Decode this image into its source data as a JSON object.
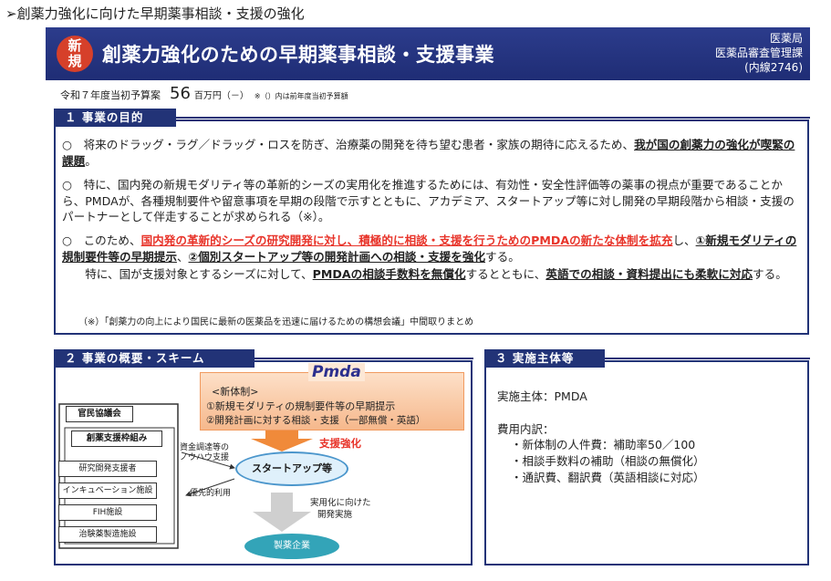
{
  "page_heading": "➢創薬力強化に向けた早期薬事相談・支援の強化",
  "banner": {
    "badge_line1": "新",
    "badge_line2": "規",
    "title": "創薬力強化のための早期薬事相談・支援事業",
    "dept_line1": "医薬局",
    "dept_line2": "医薬品審査管理課",
    "dept_line3": "(内線2746)"
  },
  "budget": {
    "label": "令和７年度当初予算案",
    "amount": "56",
    "unit": "百万円（－）",
    "note": "※（）内は前年度当初予算額"
  },
  "section1": {
    "label": "１ 事業の目的",
    "p1_a": "○　将来のドラッグ・ラグ／ドラッグ・ロスを防ぎ、治療薬の開発を待ち望む患者・家族の期待に応えるため、",
    "p1_b": "我が国の創薬力の強化が喫緊の課題",
    "p1_c": "。",
    "p2": "○　特に、国内発の新規モダリティ等の革新的シーズの実用化を推進するためには、有効性・安全性評価等の薬事の視点が重要であることから、PMDAが、各種規制要件や留意事項を早期の段階で示すとともに、アカデミア、スタートアップ等に対し開発の早期段階から相談・支援のパートナーとして伴走することが求められる（※）。",
    "p3_a": "○　このため、",
    "p3_b": "国内発の革新的シーズの研究開発に対し、積極的に相談・支援を行うためのPMDAの新たな体制を拡充",
    "p3_c": "し、",
    "p3_d": "①新規モダリティの規制要件等の早期提示",
    "p3_e": "、",
    "p3_f": "②個別スタートアップ等の開発計画への相談・支援を強化",
    "p3_g": "する。",
    "p4_a": "特に、国が支援対象とするシーズに対して、",
    "p4_b": "PMDAの相談手数料を無償化",
    "p4_c": "するとともに、",
    "p4_d": "英語での相談・資料提出にも柔軟に対応",
    "p4_e": "する。",
    "note": "（※）「創薬力の向上により国民に最新の医薬品を迅速に届けるための構想会議」中間取りまとめ"
  },
  "section2": {
    "label": "２ 事業の概要・スキーム",
    "pmda_logo": "Pmda",
    "newsys_title": "<新体制>",
    "newsys_item1": "①新規モダリティの規制要件等の早期提示",
    "newsys_item2": "②開発計画に対する相談・支援（一部無償・英語）",
    "support_label": "支援強化",
    "council": "官民協議会",
    "framework": "創薬支援枠組み",
    "org1": "研究開発支援者",
    "org2": "インキュベーション施設",
    "org3": "FIH施設",
    "org4": "治験薬製造施設",
    "funding_line1": "資金調達等の",
    "funding_line2": "ノウハウ支援",
    "priority": "優先的利用",
    "startup": "スタートアップ等",
    "practical_line1": "実用化に向けた",
    "practical_line2": "開発実施",
    "pharma": "製薬企業"
  },
  "section3": {
    "label": "３ 実施主体等",
    "implementer": "実施主体：PMDA",
    "cost_title": "費用内訳：",
    "cost1": "・新体制の人件費：補助率50／100",
    "cost2": "・相談手数料の補助（相談の無償化）",
    "cost3": "・通訳費、翻訳費（英語相談に対応）"
  },
  "colors": {
    "banner": "#223377",
    "badge": "#d6402a",
    "emphasis_red": "#e8342a",
    "startup_border": "#4b96cc",
    "pharma": "#33a4b8",
    "orange_arrow": "#f08a3a"
  }
}
